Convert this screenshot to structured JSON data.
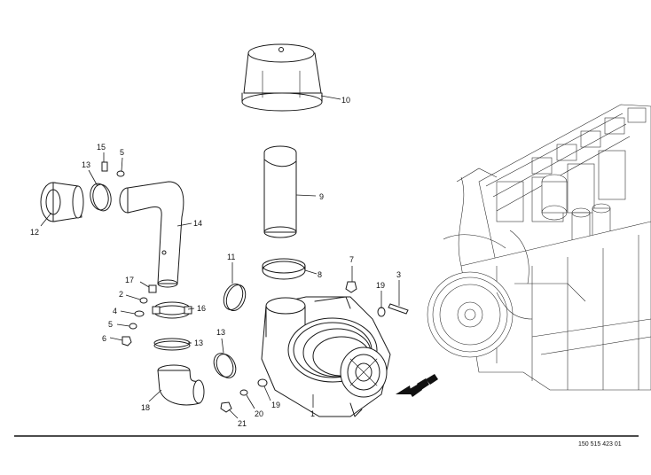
{
  "drawing_code": "150 515 423 01",
  "callouts": {
    "c1": "1",
    "c2": "2",
    "c3": "3",
    "c4": "4",
    "c5a": "5",
    "c5b": "5",
    "c6": "6",
    "c7": "7",
    "c8": "8",
    "c9": "9",
    "c10": "10",
    "c11": "11",
    "c12": "12",
    "c13a": "13",
    "c13b": "13",
    "c13c": "13",
    "c14": "14",
    "c15": "15",
    "c16": "16",
    "c17": "17",
    "c18": "18",
    "c19a": "19",
    "c19b": "19",
    "c20": "20",
    "c21": "21"
  },
  "colors": {
    "line": "#1a1a1a",
    "background": "#ffffff",
    "arrow": "#111111"
  },
  "icons": {
    "direction_arrow": "forward-arrow-icon"
  }
}
